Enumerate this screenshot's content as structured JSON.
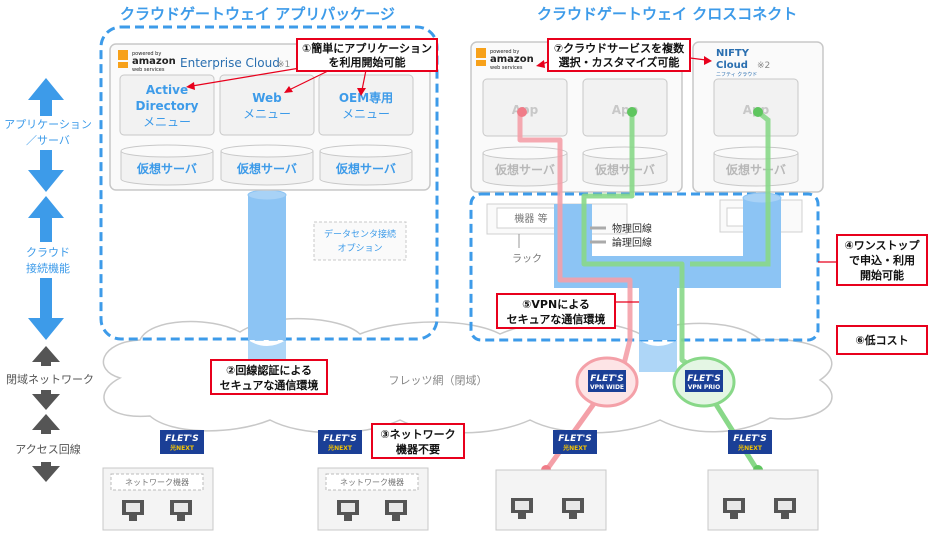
{
  "titles": {
    "package": "クラウドゲートウェイ アプリパッケージ",
    "crossconnect": "クラウドゲートウェイ クロスコネクト"
  },
  "side_labels": {
    "app_server": [
      "アプリケーション",
      "／サーバ"
    ],
    "cloud_connect": [
      "クラウド",
      "接続機能"
    ],
    "closed_network": "閉域ネットワーク",
    "access_line": "アクセス回線"
  },
  "logos": {
    "aws_powered": "powered by",
    "aws_name": "amazon",
    "aws_sub": "web services",
    "enterprise": "Enterprise Cloud",
    "enterprise_note": "※1",
    "nifty_name": "NIFTY",
    "nifty_cloud": "Cloud",
    "nifty_sub": "ニフティ クラウド",
    "nifty_note": "※2"
  },
  "package_menus": {
    "ad": [
      "Active",
      "Directory",
      "メニュー"
    ],
    "web": [
      "Web",
      "メニュー"
    ],
    "oem": [
      "OEM専用",
      "メニュー"
    ]
  },
  "virtual_server": "仮想サーバ",
  "app_label": "App",
  "datacenter_option": [
    "データセンタ接続",
    "オプション"
  ],
  "rack": {
    "device": "機器 等",
    "label": "ラック",
    "physical": "物理回線",
    "logical": "論理回線"
  },
  "callouts": {
    "c1": [
      "①簡単にアプリケーション",
      "を利用開始可能"
    ],
    "c2": [
      "②回線認証による",
      "セキュアな通信環境"
    ],
    "c3": [
      "③ネットワーク",
      "機器不要"
    ],
    "c4": [
      "④ワンストップ",
      "で申込・利用",
      "開始可能"
    ],
    "c5": [
      "⑤VPNによる",
      "セキュアな通信環境"
    ],
    "c6": "⑥低コスト",
    "c7": [
      "⑦クラウドサービスを複数",
      "選択・カスタマイズ可能"
    ]
  },
  "network_name": "フレッツ網（閉域）",
  "flets": {
    "brand": "FLET'S",
    "hikari": "光NEXT",
    "vpn_wide": "VPN WIDE",
    "vpn_prio": "VPN PRIO"
  },
  "network_device": "ネットワーク機器",
  "colors": {
    "accent_blue": "#3d9be9",
    "callout_red": "#e8001c",
    "pipe_blue": "#8cc4f4",
    "line_pink": "#f4a0a8",
    "line_green": "#88d888"
  }
}
